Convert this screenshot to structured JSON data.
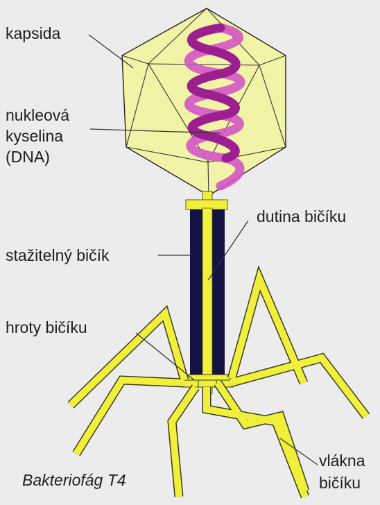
{
  "labels": {
    "capsid": "kapsida",
    "nucleic_acid_line1": "nukleová",
    "nucleic_acid_line2": "kyselina",
    "nucleic_acid_line3": "(DNA)",
    "tail_tube": "dutina bičíku",
    "tail_sheath": "stažitelný bičík",
    "tail_pins": "hroty bičíku",
    "tail_fibers_line1": "vlákna",
    "tail_fibers_line2": "bičíku"
  },
  "caption": "Bakteriofág T4",
  "colors": {
    "background": "#ececec",
    "capsid_fill": "#f1f3a6",
    "capsid_edge": "#222222",
    "dna_front": "#9c1f8f",
    "dna_back": "#d357c4",
    "sheath": "#141243",
    "tube": "#f0f03c",
    "fiber": "#f0f03c",
    "fiber_edge": "#3a3a1a",
    "leader": "#333333"
  }
}
